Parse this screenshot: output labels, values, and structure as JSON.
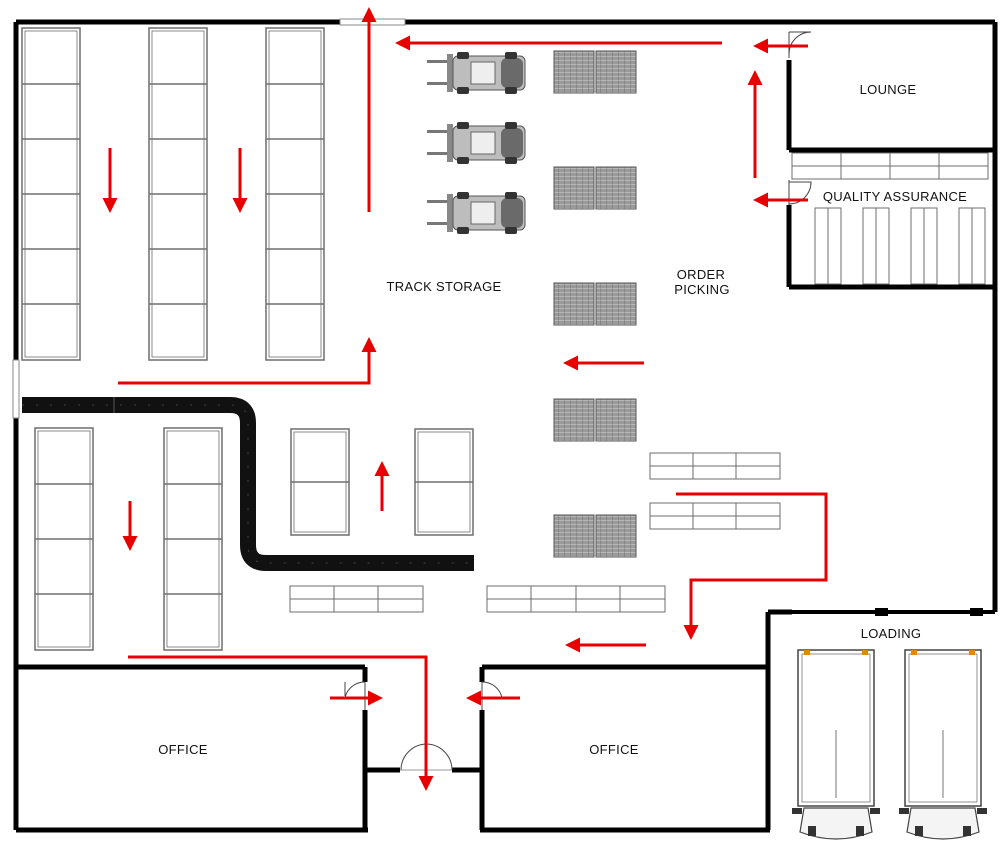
{
  "labels": {
    "lounge": "LOUNGE",
    "quality_assurance": "QUALITY ASSURANCE",
    "track_storage": "TRACK STORAGE",
    "order_picking_line1": "ORDER",
    "order_picking_line2": "PICKING",
    "loading": "LOADING",
    "office_left": "OFFICE",
    "office_right": "OFFICE"
  },
  "colors": {
    "wall": "#000000",
    "arrow": "#e60000",
    "rack": "#6e6e6e",
    "pallet": "#8a8a8a",
    "conveyor": "#111111",
    "forklift": "#7a7a7a"
  },
  "icons": [
    "forklift-icon",
    "truck-icon",
    "door-icon",
    "pallet-icon",
    "arrow-icon"
  ]
}
